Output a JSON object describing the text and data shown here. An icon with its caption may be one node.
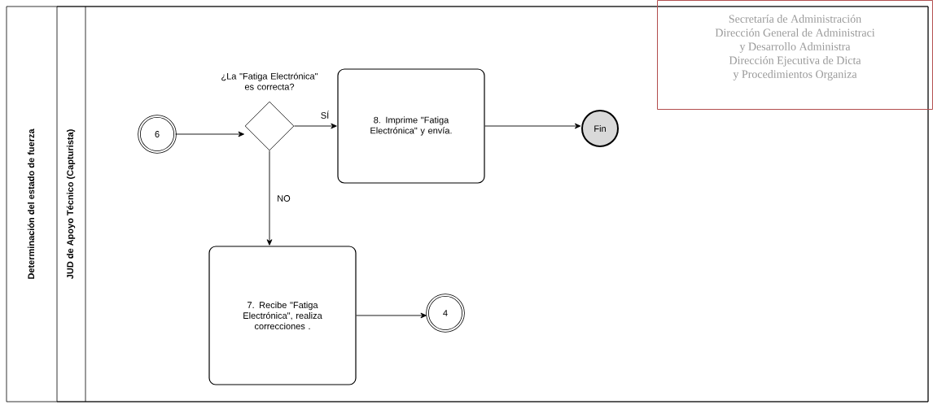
{
  "diagram": {
    "nodes": [
      {
        "text": [
          "Determinación del estado de fuerza"
        ]
      },
      {
        "text": [
          "JUD de Apoyo Técnico (Capturista)"
        ],
        "in": 0
      },
      {
        "text": [
          "6"
        ],
        "in": 1
      },
      {
        "text": [],
        "shape": "diamond",
        "in": 1,
        "beside": [
          "¿La \"Fatiga Electrónica\" es correcta?"
        ]
      },
      {
        "text": [
          "8. Imprime \"Fatiga Electrónica\" y envía."
        ],
        "in": 1
      },
      {
        "text": [
          "Fin"
        ],
        "in": 1
      },
      {
        "text": [
          "7. Recibe \"Fatiga Electrónica\", realiza correcciones ."
        ],
        "in": 1
      },
      {
        "text": [
          "4"
        ],
        "in": 1
      },
      {
        "text": [
          "Secretaría de Administración",
          "Dirección General de Administraci",
          "y Desarrollo Administra",
          "Dirección Ejecutiva de Dicta",
          "y Procedimientos Organiza"
        ]
      }
    ],
    "edges": [
      {
        "from": 2,
        "to": 3,
        "arrow": "to"
      },
      {
        "from": 3,
        "to": 4,
        "arrow": "to",
        "label": "SÍ"
      },
      {
        "from": 4,
        "to": 5,
        "arrow": "to"
      },
      {
        "from": 3,
        "to": 6,
        "arrow": "to",
        "label": "NO"
      },
      {
        "from": 6,
        "to": 7,
        "arrow": "to"
      }
    ]
  }
}
